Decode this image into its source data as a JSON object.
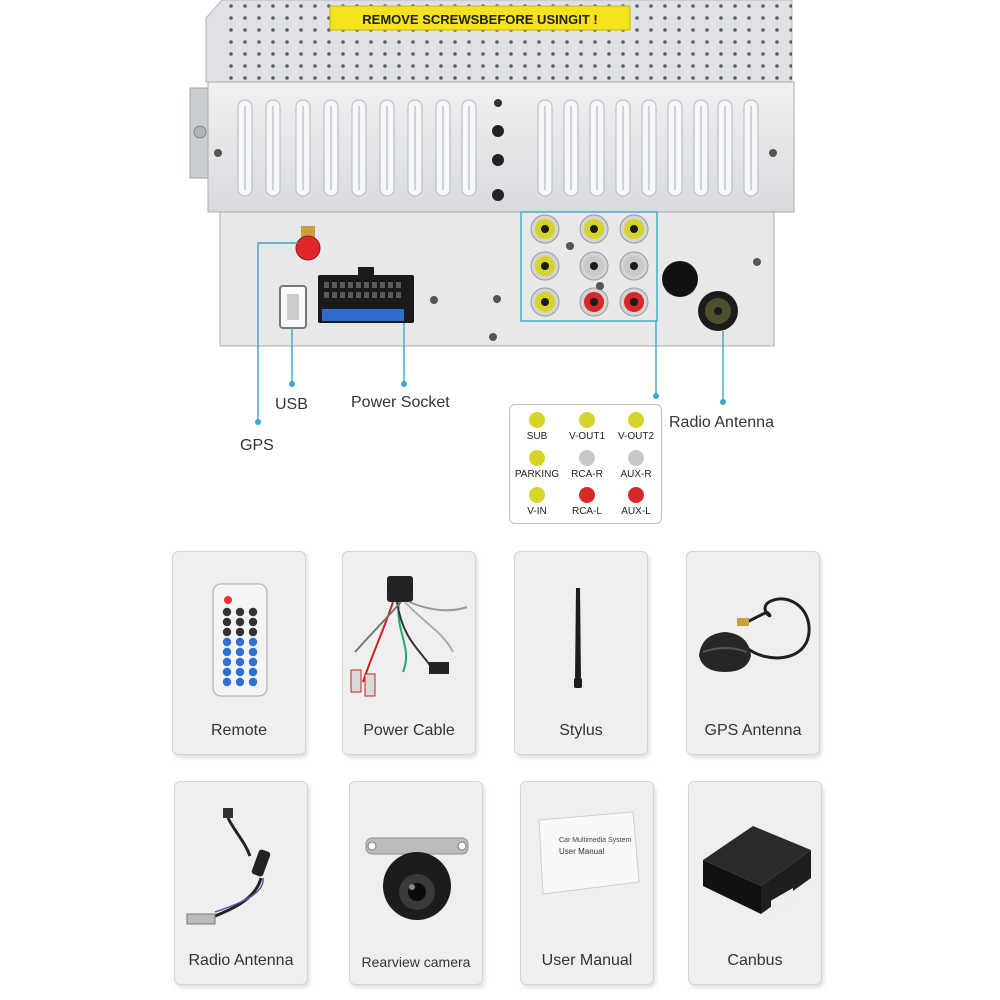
{
  "warning_sticker": "REMOVE SCREWSBEFORE USINGIT !",
  "callouts": {
    "gps": "GPS",
    "usb": "USB",
    "power_socket": "Power Socket",
    "radio_antenna": "Radio Antenna"
  },
  "legend": {
    "items": [
      {
        "label": "SUB",
        "color": "#d6d42a"
      },
      {
        "label": "V-OUT1",
        "color": "#d6d42a"
      },
      {
        "label": "V-OUT2",
        "color": "#d6d42a"
      },
      {
        "label": "PARKING",
        "color": "#d6d42a"
      },
      {
        "label": "RCA-R",
        "color": "#c8c8c8"
      },
      {
        "label": "AUX-R",
        "color": "#c8c8c8"
      },
      {
        "label": "V-IN",
        "color": "#d6d42a"
      },
      {
        "label": "RCA-L",
        "color": "#d62828"
      },
      {
        "label": "AUX-L",
        "color": "#d62828"
      }
    ]
  },
  "accessories": [
    {
      "label": "Remote",
      "icon": "remote-control-icon"
    },
    {
      "label": "Power Cable",
      "icon": "power-cable-icon"
    },
    {
      "label": "Stylus",
      "icon": "stylus-icon"
    },
    {
      "label": "GPS Antenna",
      "icon": "gps-antenna-icon"
    },
    {
      "label": "Radio Antenna",
      "icon": "radio-antenna-cable-icon"
    },
    {
      "label": "Rearview camera",
      "icon": "rearview-camera-icon"
    },
    {
      "label": "User Manual",
      "icon": "user-manual-icon"
    },
    {
      "label": "Canbus",
      "icon": "canbus-box-icon"
    }
  ],
  "manual_cover": {
    "line1": "Car Multimedia System",
    "line2": "User Manual"
  },
  "colors": {
    "callout_line": "#3aa6c8",
    "chassis": "#e4e6e8",
    "rca_yellow": "#d6d42a",
    "rca_white": "#c8c8c8",
    "rca_red": "#d62828",
    "gps_port": "#e0262b"
  }
}
